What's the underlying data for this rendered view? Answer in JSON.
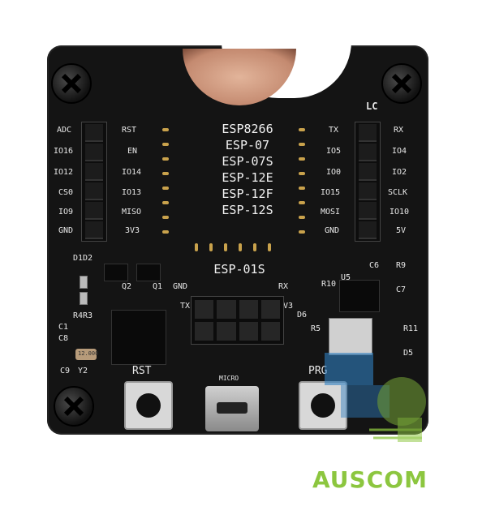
{
  "board": {
    "module_names": [
      "ESP8266",
      "ESP-07",
      "ESP-07S",
      "ESP-12E",
      "ESP-12F",
      "ESP-12S"
    ],
    "left_header_left": [
      "ADC",
      "IO16",
      "IO12",
      "CS0",
      "IO9",
      "GND"
    ],
    "left_header_right": [
      "RST",
      "EN",
      "IO14",
      "IO13",
      "MISO",
      "3V3"
    ],
    "right_header_left": [
      "TX",
      "IO5",
      "IO0",
      "IO15",
      "MOSI",
      "GND"
    ],
    "right_header_right": [
      "RX",
      "IO4",
      "IO2",
      "SCLK",
      "IO10",
      "5V"
    ],
    "logo_text": "LC",
    "esp01s_label": "ESP-01S",
    "socket_labels": {
      "gnd": "GND",
      "rx": "RX",
      "tx": "TX",
      "v33": "3V3"
    },
    "components": [
      "D1D2",
      "Q2",
      "Q1",
      "R4R3",
      "C1",
      "C8",
      "C9",
      "Y2",
      "C6",
      "R9",
      "U5",
      "C7",
      "R10",
      "D6",
      "R5",
      "R11",
      "D5"
    ],
    "buttons": {
      "rst": "RST",
      "prog": "PRG"
    },
    "usb_label": "MICRO",
    "crystal_label": "12.000"
  },
  "watermark": {
    "brand": "AUSCOM",
    "brand_color": "#8cc63f",
    "accent": "#2f7fc1"
  }
}
